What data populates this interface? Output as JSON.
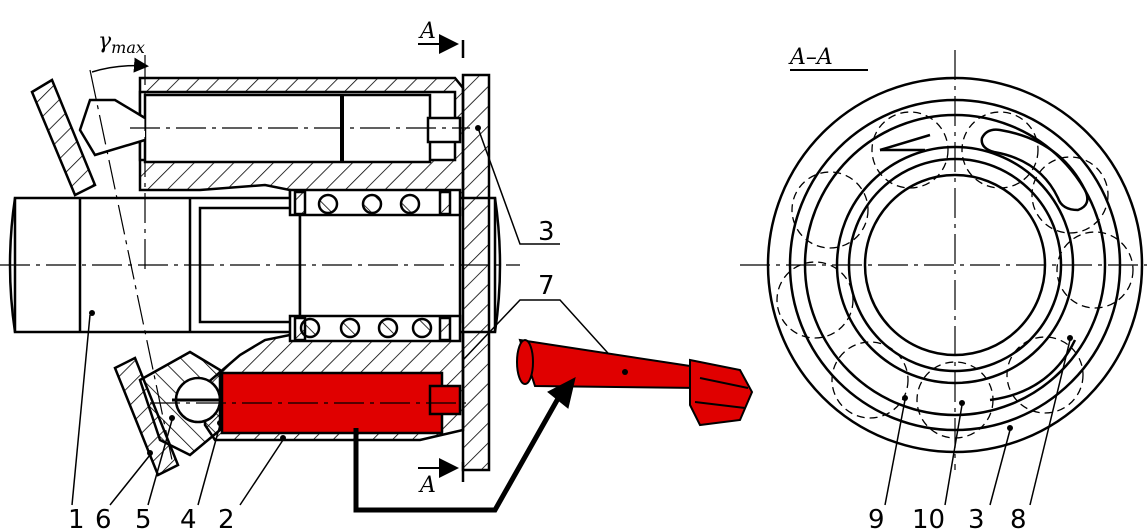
{
  "annotations": {
    "angle_symbol": "γ",
    "angle_subscript": "max",
    "section_marker": "A",
    "section_title": "A–A"
  },
  "callouts": {
    "n1": "1",
    "n2": "2",
    "n3": "3",
    "n4": "4",
    "n5": "5",
    "n6": "6",
    "n7": "7",
    "n8": "8",
    "n9": "9",
    "n10": "10",
    "n3_section": "3"
  },
  "colors": {
    "ink": "#000000",
    "piston_highlight": "#e00000",
    "background": "#ffffff"
  }
}
